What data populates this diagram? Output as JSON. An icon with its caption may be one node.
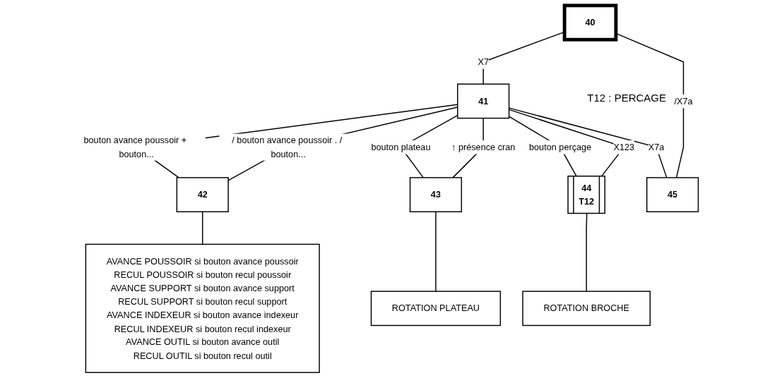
{
  "diagram": {
    "nodes": [
      {
        "text": [
          "40"
        ]
      },
      {
        "text": [
          "41"
        ]
      },
      {
        "text": [
          "42"
        ]
      },
      {
        "text": [
          "AVANCE POUSSOIR si bouton avance poussoir",
          "RECUL POUSSOIR si bouton recul poussoir",
          "AVANCE SUPPORT si bouton avance support",
          "RECUL SUPPORT si bouton recul support",
          "AVANCE INDEXEUR si bouton avance indexeur",
          "RECUL INDEXEUR si bouton recul indexeur",
          "AVANCE OUTIL si bouton avance outil",
          "RECUL OUTIL si bouton recul outil"
        ]
      },
      {
        "text": [
          "43"
        ]
      },
      {
        "text": [
          "ROTATION PLATEAU"
        ]
      },
      {
        "text": [
          "44",
          "T12"
        ]
      },
      {
        "text": [
          "ROTATION BROCHE"
        ]
      },
      {
        "text": [
          "45"
        ]
      }
    ],
    "edges": [
      {
        "from": 0,
        "to": 1,
        "arrow": "none",
        "label": "X7"
      },
      {
        "from": 1,
        "to": 2,
        "arrow": "none",
        "label": "bouton avance poussoir + bouton..."
      },
      {
        "from": 1,
        "to": 4,
        "arrow": "none",
        "label": "bouton plateau"
      },
      {
        "from": 1,
        "to": 6,
        "arrow": "none",
        "label": "bouton perçage"
      },
      {
        "from": 1,
        "to": 8,
        "arrow": "none",
        "label": "X7a"
      },
      {
        "from": 2,
        "to": 3,
        "arrow": "none"
      },
      {
        "from": 4,
        "to": 5,
        "arrow": "none"
      },
      {
        "from": 6,
        "to": 7,
        "arrow": "none"
      },
      {
        "from": 2,
        "to": 1,
        "arrow": "none",
        "label": "/ bouton avance poussoir . / bouton..."
      },
      {
        "from": 4,
        "to": 1,
        "arrow": "none",
        "label": "↑ présence cran"
      },
      {
        "from": 6,
        "to": 1,
        "arrow": "none",
        "label": "X123"
      },
      {
        "from": 8,
        "to": 0,
        "arrow": "none",
        "label": "/X7a"
      }
    ],
    "labels": [
      "T12 : PERCAGE"
    ]
  }
}
